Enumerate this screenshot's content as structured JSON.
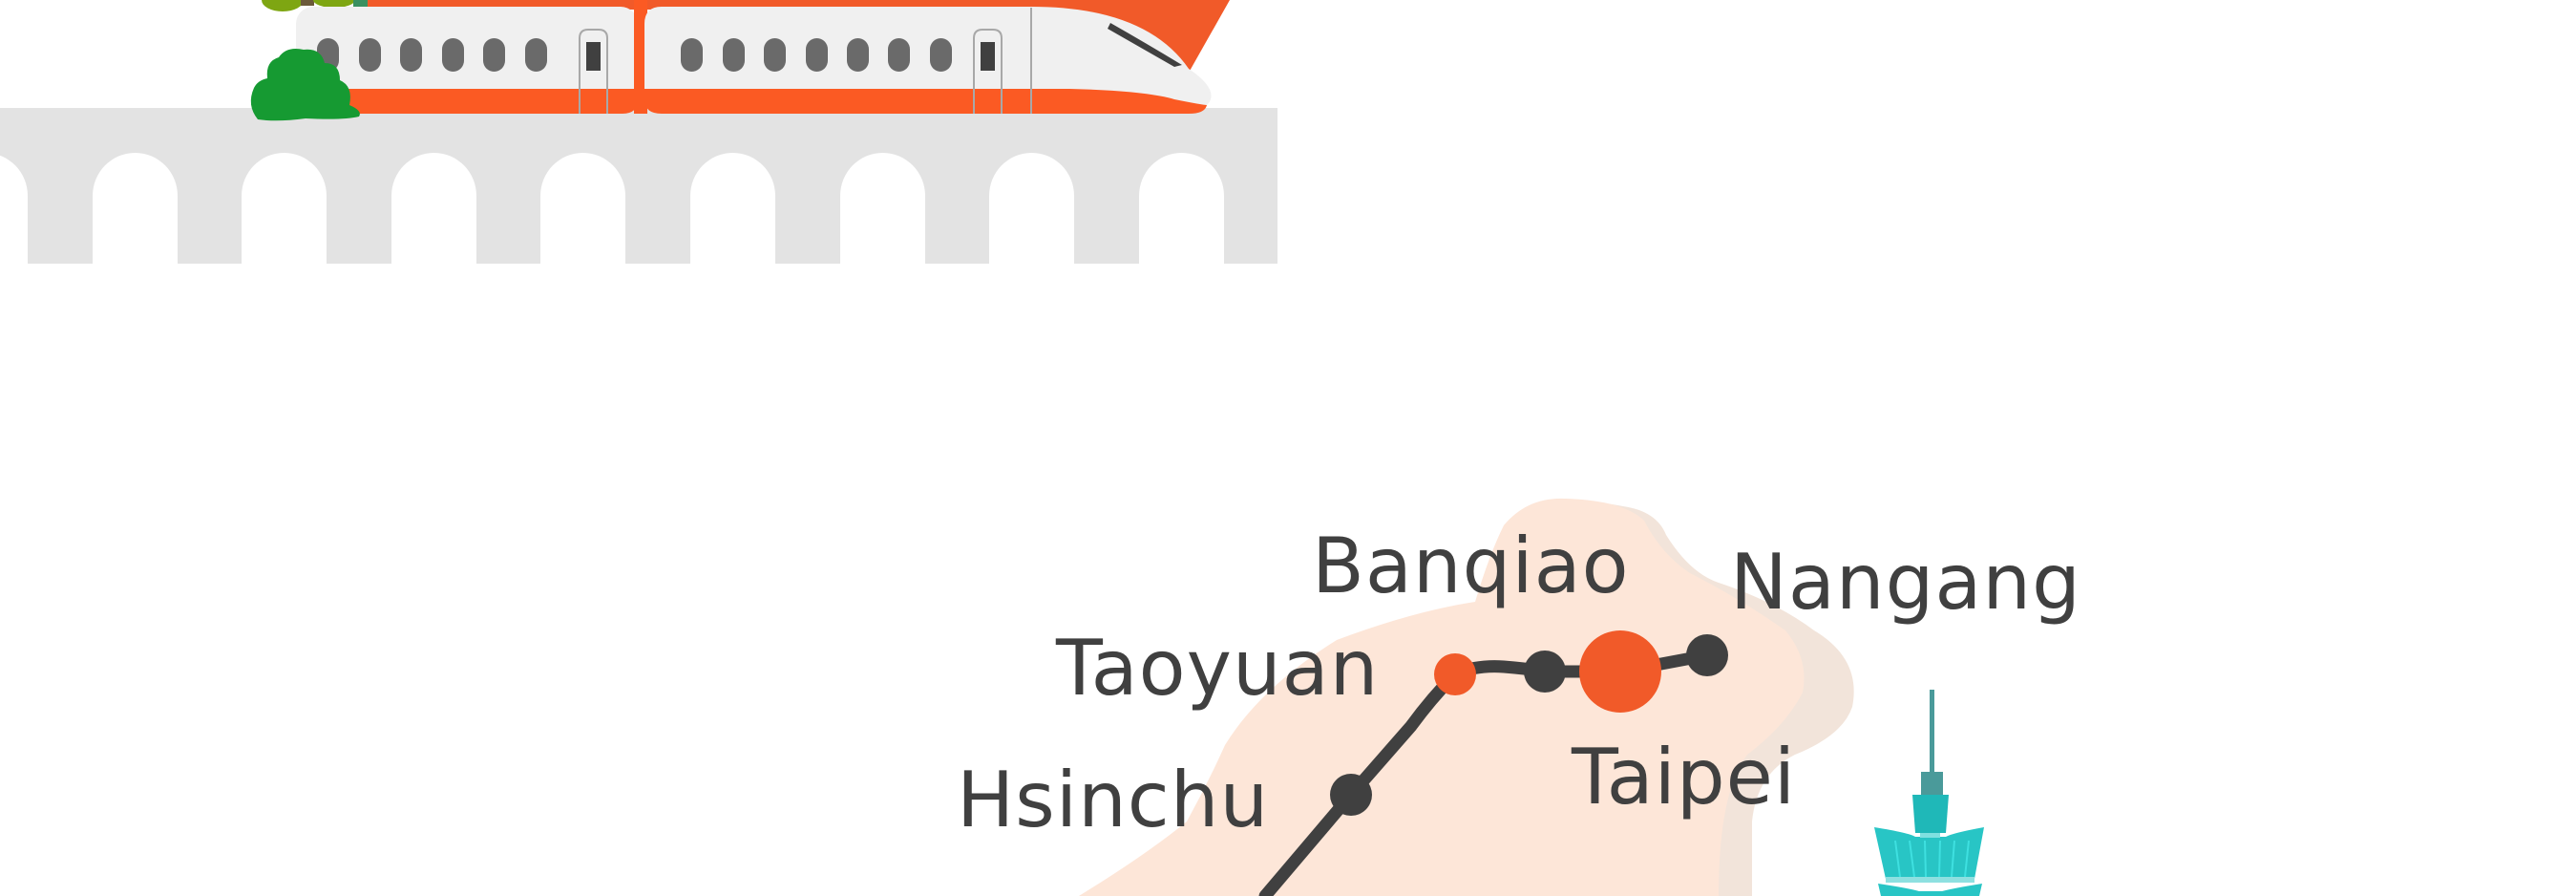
{
  "illustration": {
    "scene": "High speed rail train on viaduct with map of northern stations",
    "colors": {
      "train_orange": "#fb5a23",
      "train_body": "#f0f0f0",
      "window": "#6a6a6a",
      "door_window": "#404040",
      "bridge": "#e3e3e3",
      "bush": "#169a32",
      "land": "#fde6d8",
      "land_shadow": "#f2e4da",
      "route_line": "#404040",
      "station_major": "#f15a29",
      "station_minor": "#404040",
      "tower": "#22c2c2",
      "tower_dark": "#4a9a9a"
    }
  },
  "map": {
    "stations": [
      {
        "name": "Nangang",
        "type": "minor"
      },
      {
        "name": "Taipei",
        "type": "major"
      },
      {
        "name": "Banqiao",
        "type": "minor"
      },
      {
        "name": "Taoyuan",
        "type": "major"
      },
      {
        "name": "Hsinchu",
        "type": "minor"
      }
    ],
    "landmark": "taipei-101-tower"
  }
}
